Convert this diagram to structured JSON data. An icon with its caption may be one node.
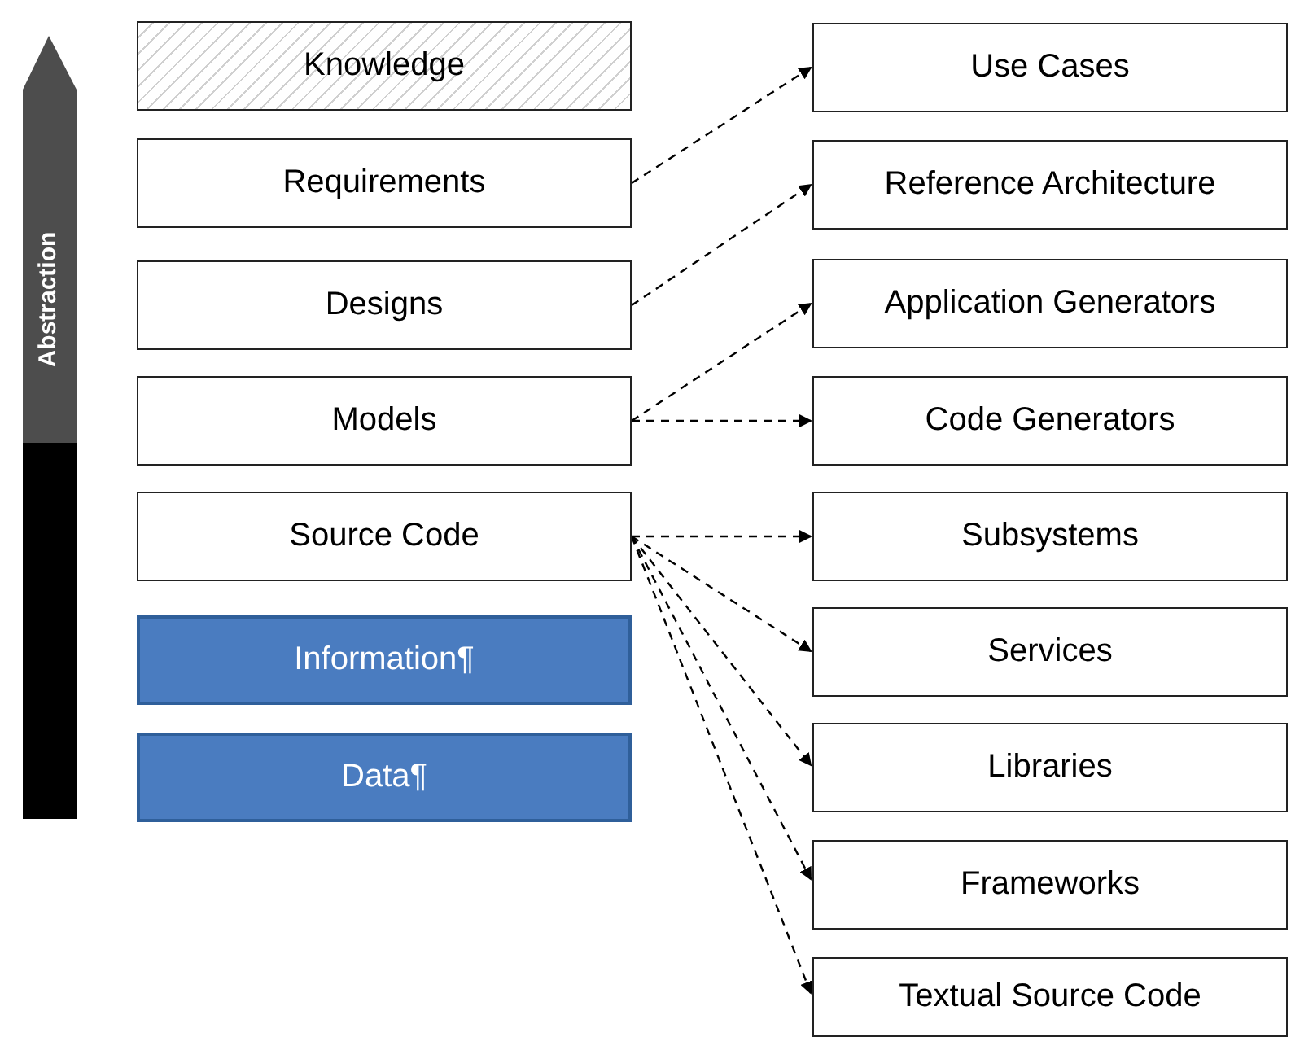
{
  "diagram": {
    "nodes": [
      {
        "text": [
          "Knowledge"
        ]
      },
      {
        "text": [
          "Requirements"
        ]
      },
      {
        "text": [
          "Designs"
        ]
      },
      {
        "text": [
          "Models"
        ]
      },
      {
        "text": [
          "Source Code"
        ]
      },
      {
        "text": [
          "Information¶"
        ]
      },
      {
        "text": [
          "Data¶"
        ]
      },
      {
        "text": [
          "Use Cases"
        ]
      },
      {
        "text": [
          "Reference Architecture"
        ]
      },
      {
        "text": [
          "Application Generators"
        ]
      },
      {
        "text": [
          "Code Generators"
        ]
      },
      {
        "text": [
          "Subsystems"
        ]
      },
      {
        "text": [
          "Services"
        ]
      },
      {
        "text": [
          "Libraries"
        ]
      },
      {
        "text": [
          "Frameworks"
        ]
      },
      {
        "text": [
          "Textual Source Code"
        ]
      }
    ],
    "edges": [
      {
        "from": 1,
        "to": 7,
        "arrow": "to",
        "style": "dashed"
      },
      {
        "from": 2,
        "to": 8,
        "arrow": "to",
        "style": "dashed"
      },
      {
        "from": 3,
        "to": 9,
        "arrow": "to",
        "style": "dashed"
      },
      {
        "from": 3,
        "to": 10,
        "arrow": "to",
        "style": "dashed"
      },
      {
        "from": 4,
        "to": 11,
        "arrow": "to",
        "style": "dashed"
      },
      {
        "from": 4,
        "to": 12,
        "arrow": "to",
        "style": "dashed"
      },
      {
        "from": 4,
        "to": 13,
        "arrow": "to",
        "style": "dashed"
      },
      {
        "from": 4,
        "to": 14,
        "arrow": "to",
        "style": "dashed"
      },
      {
        "from": 4,
        "to": 15,
        "arrow": "to",
        "style": "dashed"
      }
    ],
    "labels": [
      "Abstraction"
    ]
  }
}
